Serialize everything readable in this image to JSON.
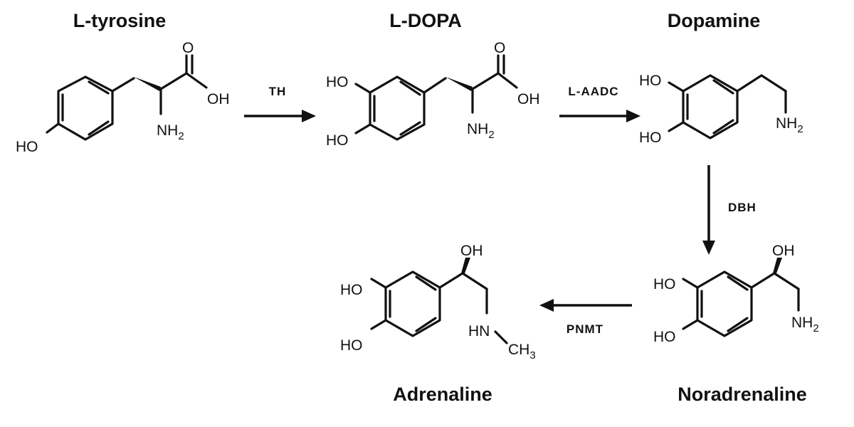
{
  "compounds": [
    {
      "name": "L-tyrosine"
    },
    {
      "name": "L-DOPA"
    },
    {
      "name": "Dopamine"
    },
    {
      "name": "Noradrenaline"
    },
    {
      "name": "Adrenaline"
    }
  ],
  "enzymes": [
    {
      "name": "TH"
    },
    {
      "name": "L-AADC"
    },
    {
      "name": "DBH"
    },
    {
      "name": "PNMT"
    }
  ],
  "atoms": {
    "o": "O",
    "oh": "OH",
    "ho": "HO",
    "nh": "NH",
    "hn": "HN",
    "dash": "—",
    "ch": "CH",
    "sub2": "2",
    "sub3": "3"
  }
}
